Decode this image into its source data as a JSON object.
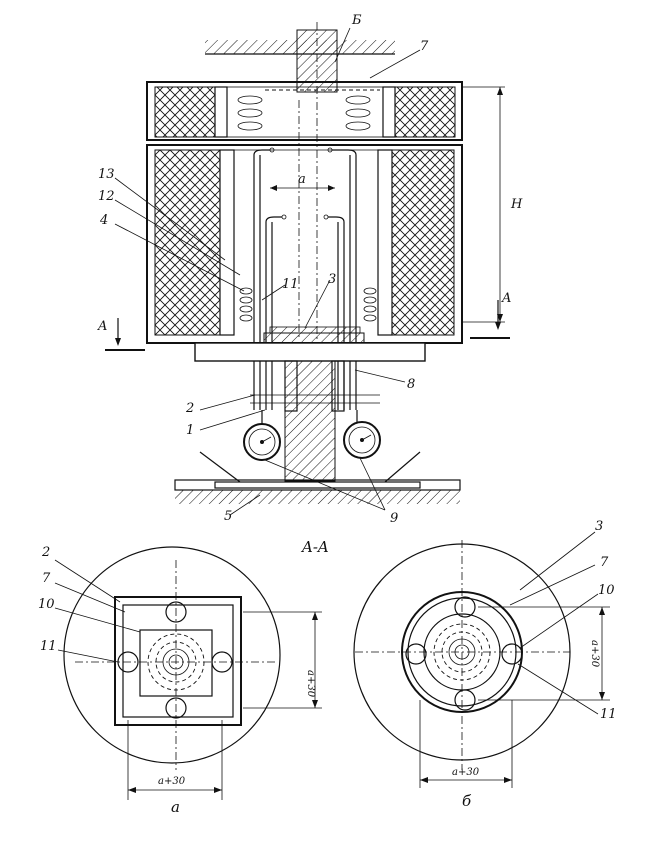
{
  "labels": {
    "top_b": "Б",
    "l7_top": "7",
    "l13": "13",
    "l12": "12",
    "l4": "4",
    "l11": "11",
    "l3": "3",
    "l_a_dim": "a",
    "l_H": "H",
    "l_A_left": "A",
    "l_A_right": "A",
    "l8": "8",
    "l2": "2",
    "l1": "1",
    "l9": "9",
    "l5": "5",
    "section_title": "A-A",
    "la_2": "2",
    "la_7": "7",
    "la_10": "10",
    "la_11": "11",
    "la_dim_h": "a+30",
    "la_dim_v": "a+30",
    "la_caption": "a",
    "lb_3": "3",
    "lb_7": "7",
    "lb_10": "10",
    "lb_11": "11",
    "lb_dim_h": "a+30",
    "lb_dim_v": "a+30",
    "lb_caption": "б"
  },
  "colors": {
    "ink": "#111111",
    "paper": "#ffffff"
  }
}
